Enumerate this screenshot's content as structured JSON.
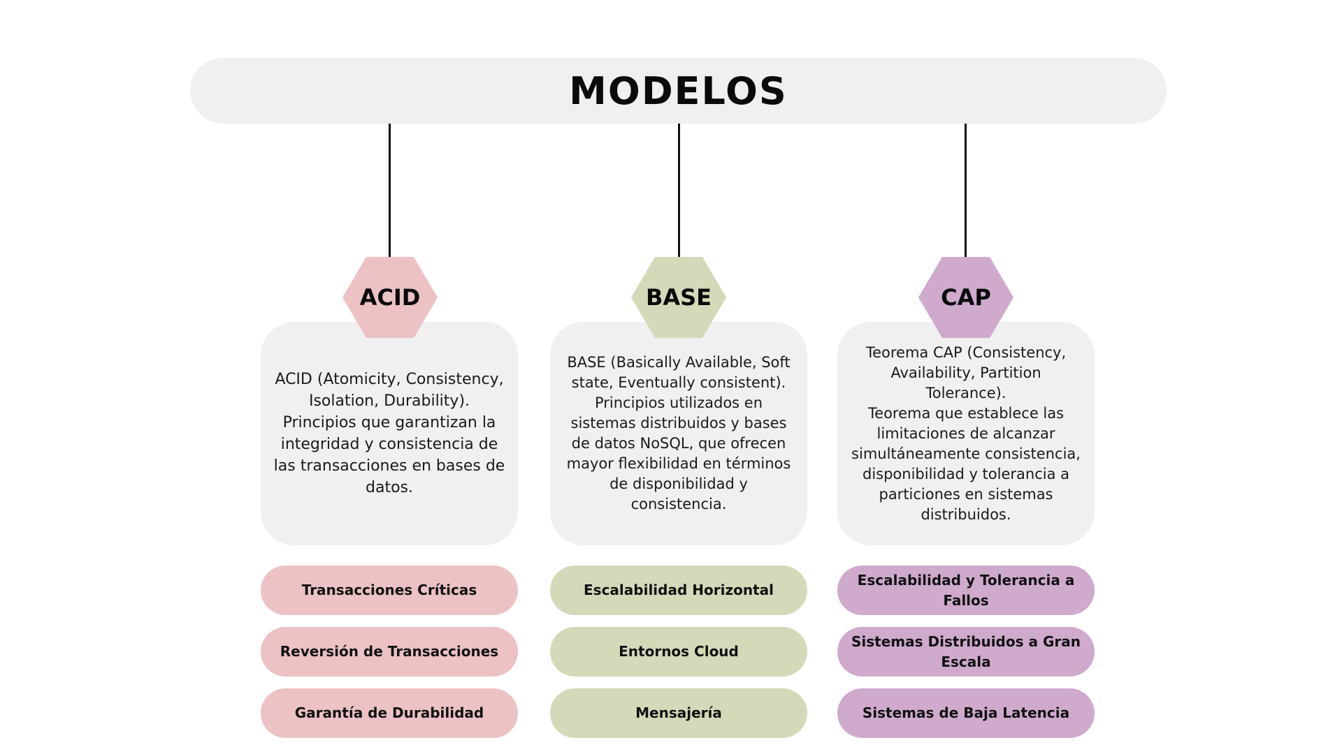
{
  "title": "MODELOS",
  "colors": {
    "acid": "#ecc2c4",
    "base": "#d5d9b9",
    "cap": "#cfaacd",
    "panel": "#f0f0f0"
  },
  "columns": [
    {
      "label": "ACID",
      "description": "ACID (Atomicity, Consistency, Isolation, Durability).\nPrincipios que garantizan la integridad y consistencia de las transacciones en bases de datos.",
      "items": [
        "Transacciones Críticas",
        "Reversión de Transacciones",
        "Garantía de Durabilidad"
      ]
    },
    {
      "label": "BASE",
      "description": "BASE (Basically Available, Soft state, Eventually consistent).\nPrincipios utilizados en sistemas distribuidos y bases de datos NoSQL, que ofrecen mayor flexibilidad en términos de disponibilidad y consistencia.",
      "items": [
        "Escalabilidad Horizontal",
        "Entornos Cloud",
        "Mensajería"
      ]
    },
    {
      "label": "CAP",
      "description": "Teorema CAP (Consistency, Availability, Partition Tolerance).\nTeorema que establece las limitaciones de alcanzar simultáneamente consistencia, disponibilidad y tolerancia a particiones en sistemas distribuidos.",
      "items": [
        "Escalabilidad y Tolerancia a Fallos",
        "Sistemas Distribuidos a Gran Escala",
        "Sistemas de Baja Latencia"
      ]
    }
  ]
}
